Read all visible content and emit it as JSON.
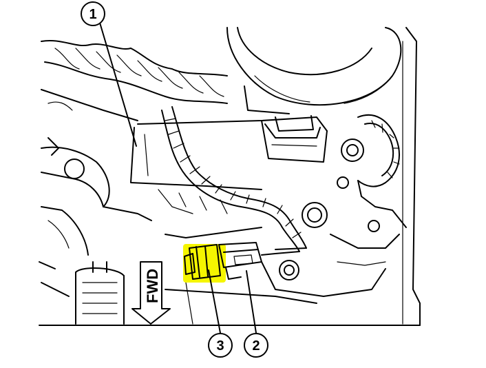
{
  "diagram": {
    "callouts": [
      {
        "id": "1",
        "label": "1"
      },
      {
        "id": "2",
        "label": "2"
      },
      {
        "id": "3",
        "label": "3"
      }
    ],
    "direction_label": "FWD",
    "highlight_color": "#f5f500",
    "line_color": "#000000",
    "background_color": "#ffffff"
  }
}
